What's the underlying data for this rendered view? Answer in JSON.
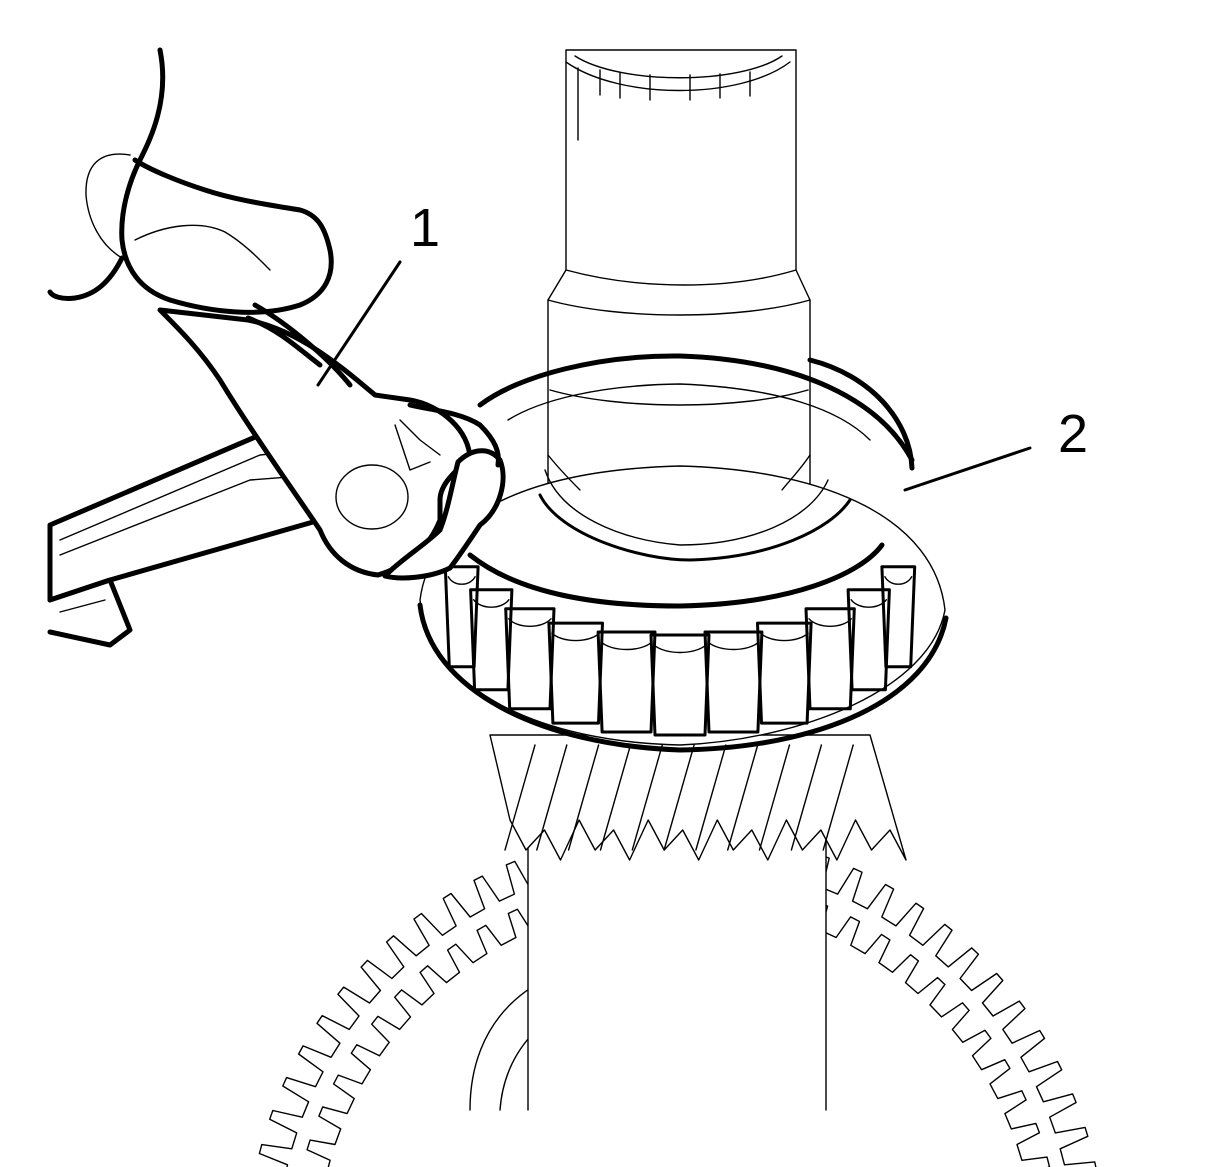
{
  "callouts": [
    {
      "id": 1,
      "label": "1"
    },
    {
      "id": 2,
      "label": "2"
    }
  ]
}
